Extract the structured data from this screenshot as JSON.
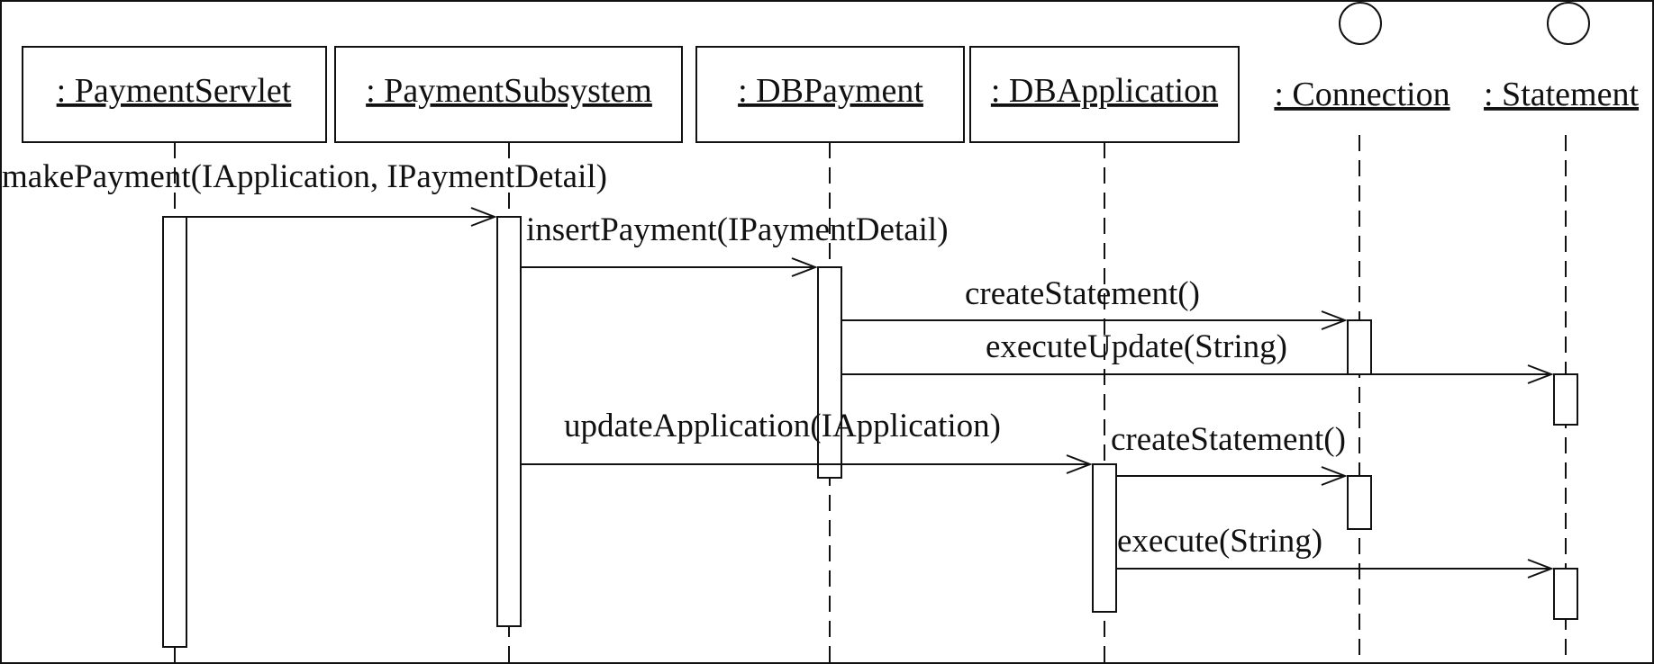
{
  "participants": [
    {
      "label": ": PaymentServlet",
      "kind": "object"
    },
    {
      "label": ": PaymentSubsystem",
      "kind": "object"
    },
    {
      "label": ": DBPayment",
      "kind": "object"
    },
    {
      "label": ": DBApplication",
      "kind": "object"
    },
    {
      "label": ": Connection",
      "kind": "interface"
    },
    {
      "label": ": Statement",
      "kind": "interface"
    }
  ],
  "messages": [
    {
      "label": "makePayment(IApplication, IPaymentDetail)",
      "from": 0,
      "to": 1
    },
    {
      "label": "insertPayment(IPaymentDetail)",
      "from": 1,
      "to": 2
    },
    {
      "label": "createStatement()",
      "from": 2,
      "to": 4
    },
    {
      "label": "executeUpdate(String)",
      "from": 2,
      "to": 5
    },
    {
      "label": "updateApplication(IApplication)",
      "from": 1,
      "to": 3
    },
    {
      "label": "createStatement()",
      "from": 3,
      "to": 4
    },
    {
      "label": "execute(String)",
      "from": 3,
      "to": 5
    }
  ],
  "colors": {
    "stroke": "#111111",
    "background": "#ffffff"
  }
}
